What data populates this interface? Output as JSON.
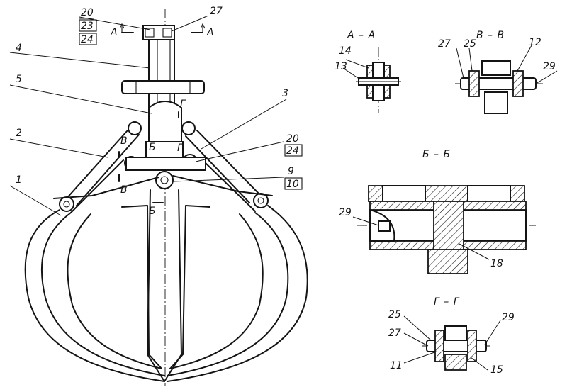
{
  "callouts": {
    "c20a": "20",
    "c27a": "27",
    "c23": "23",
    "c24a": "24",
    "c4": "4",
    "c5": "5",
    "c3": "3",
    "c2": "2",
    "c1": "1",
    "c20b": "20",
    "c24b": "24",
    "c9": "9",
    "c10": "10",
    "c14": "14",
    "c13": "13",
    "c27b": "27",
    "c25a": "25",
    "c12": "12",
    "c29a": "29",
    "c29b": "29",
    "c18": "18",
    "c25b": "25",
    "c27c": "27",
    "c29c": "29",
    "c11": "11",
    "c15": "15"
  },
  "section_marks": {
    "a_left": "А",
    "a_right": "А",
    "v_top": "В",
    "v_bot": "В",
    "g_top": "Г",
    "g_bot": "Г",
    "b_top": "Б",
    "b_bot": "Б"
  },
  "section_titles": {
    "aa": "А – А",
    "vv": "В – В",
    "bb": "Б – Б",
    "gg": "Г – Г"
  }
}
